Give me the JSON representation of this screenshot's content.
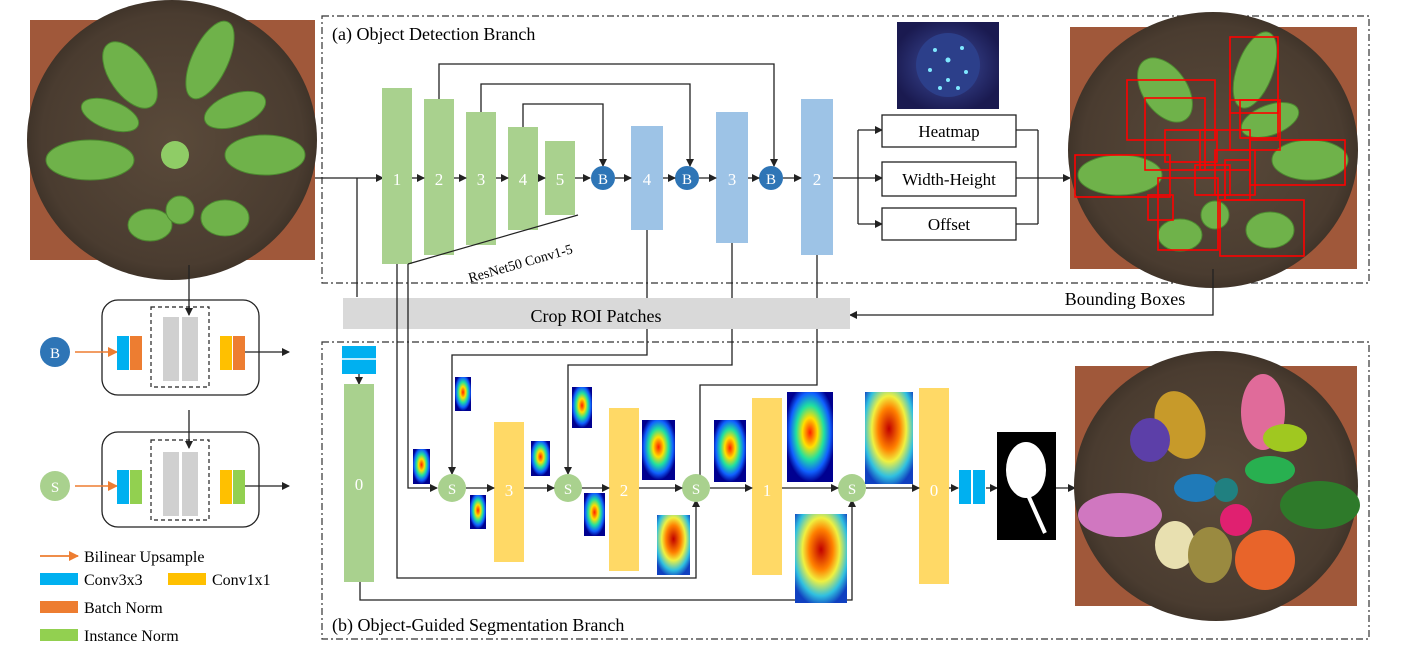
{
  "branches": {
    "detection_title": "(a) Object Detection Branch",
    "segmentation_title": "(b) Object-Guided Segmentation Branch"
  },
  "encoder": {
    "blocks": [
      "1",
      "2",
      "3",
      "4",
      "5"
    ],
    "brace_label": "ResNet50 Conv1-5"
  },
  "decoder": {
    "blocks": [
      "4",
      "3",
      "2"
    ],
    "merge_label": "B"
  },
  "heads": {
    "heatmap": "Heatmap",
    "width_height": "Width-Height",
    "offset": "Offset"
  },
  "bounding_boxes_label": "Bounding Boxes",
  "crop_label": "Crop ROI Patches",
  "segmentation": {
    "input_block": "0",
    "decoder_blocks": [
      "3",
      "2",
      "1",
      "0"
    ],
    "merge_label": "S"
  },
  "modules": {
    "b_label": "B",
    "s_label": "S"
  },
  "legend": {
    "bilinear": "Bilinear Upsample",
    "conv3": "Conv3x3",
    "conv1": "Conv1x1",
    "batch_norm": "Batch Norm",
    "instance_norm": "Instance Norm"
  },
  "colors": {
    "encoder_green": "#a9d18e",
    "decoder_blue": "#9dc3e6",
    "seg_yellow": "#ffd966",
    "b_node": "#2e75b6",
    "s_node": "#a9d18e",
    "conv3": "#00b0f0",
    "conv1": "#ffc000",
    "batch_norm": "#ed7d31",
    "instance_norm": "#92d050",
    "crop_bar": "#d9d9d9",
    "bbox_red": "#ff0000",
    "upsample_arrow": "#ed7d31"
  }
}
